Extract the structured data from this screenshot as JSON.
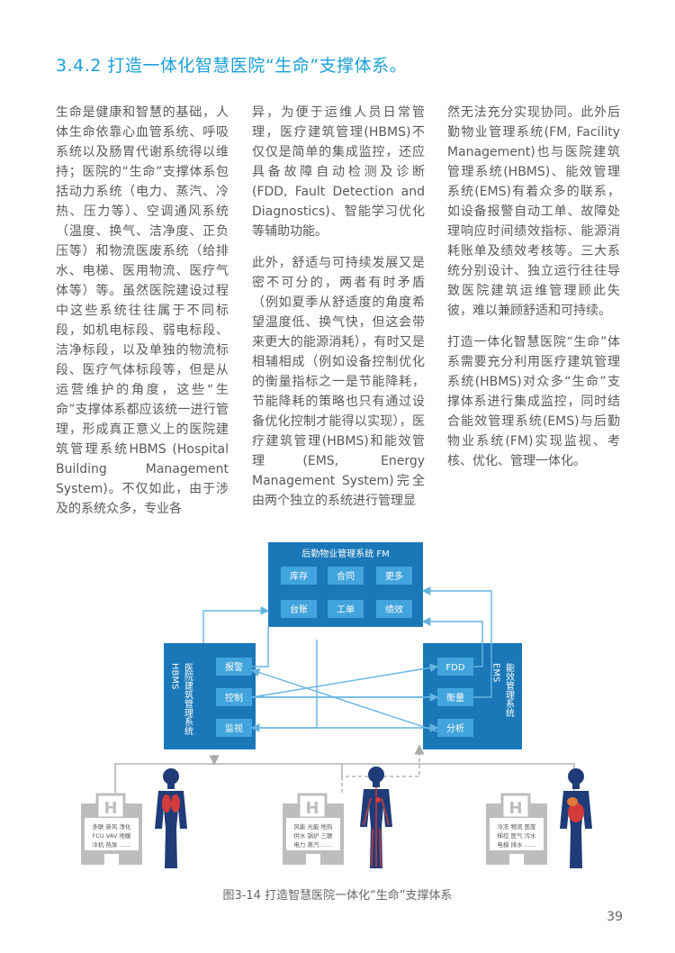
{
  "heading": "3.4.2  打造一体化智慧医院“生命”支撑体系。",
  "columns": [
    [
      "生命是健康和智慧的基础，人体生命依靠心血管系统、呼吸系统以及肠胃代谢系统得以维持；医院的“生命”支撑体系包括动力系统（电力、蒸汽、冷热、压力等）、空调通风系统（温度、换气、洁净度、正负压等）和物流医废系统（给排水、电梯、医用物流、医疗气体等）等。虽然医院建设过程中这些系统往往属于不同标段，如机电标段、弱电标段、洁净标段，以及单独的物流标段、医疗气体标段等，但是从运营维护的角度，这些“生命”支撑体系都应该统一进行管理，形成真正意义上的医院建筑管理系统HBMS (Hospital Building Management System)。不仅如此，由于涉及的系统众多，专业各"
    ],
    [
      "异，为便于运维人员日常管理，医疗建筑管理(HBMS)不仅仅是简单的集成监控，还应具备故障自动检测及诊断(FDD, Fault Detection and Diagnostics)、智能学习优化等辅助功能。",
      "此外，舒适与可持续发展又是密不可分的，两者有时矛盾（例如夏季从舒适度的角度希望温度低、换气快，但这会带来更大的能源消耗），有时又是相辅相成（例如设备控制优化的衡量指标之一是节能降耗，节能降耗的策略也只有通过设备优化控制才能得以实现），医疗建筑管理(HBMS)和能效管理(EMS, Energy Management System)完全由两个独立的系统进行管理显"
    ],
    [
      "然无法充分实现协同。此外后勤物业管理系统(FM, Facility Management)也与医院建筑管理系统(HBMS)、能效管理系统(EMS)有着众多的联系，如设备报警自动工单、故障处理响应时间绩效指标、能源消耗账单及绩效考核等。三大系统分别设计、独立运行往往导致医院建筑运维管理顾此失彼，难以兼顾舒适和可持续。",
      "打造一体化智慧医院“生命”体系需要充分利用医疗建筑管理系统(HBMS)对众多“生命”支撑体系进行集成监控，同时结合能效管理系统(EMS)与后勤物业系统(FM)实现监视、考核、优化、管理一体化。"
    ]
  ],
  "diagram": {
    "fm": {
      "title": "后勤物业管理系统  FM",
      "items": [
        "库存",
        "合同",
        "更多",
        "台账",
        "工单",
        "绩效"
      ]
    },
    "hbms": {
      "title": "医院建筑管理系统",
      "abbr": "HBMS",
      "items": [
        "报警",
        "控制",
        "监视"
      ]
    },
    "ems": {
      "title": "能效管理系统",
      "abbr": "EMS",
      "items": [
        "FDD",
        "衡量",
        "分析"
      ]
    },
    "buildings": [
      {
        "icon": "H",
        "lines": [
          "多联 新风 净化",
          "FCU VAV 地暖",
          "冷机 热泵 ……"
        ]
      },
      {
        "icon": "H",
        "lines": [
          "风能 光能 地热",
          "供水 锅炉 三联",
          "电力 蒸汽 ……"
        ]
      },
      {
        "icon": "H",
        "lines": [
          "冷冻 物流 医废",
          "梯控 医气 污水",
          "电梯 排水 ……"
        ]
      }
    ]
  },
  "caption": "图3-14  打造智慧医院一体化“生命”支撑体系",
  "page_number": "39",
  "colors": {
    "accent": "#1ba0d8",
    "box": "#1a78b8",
    "inner": "#41a4dc",
    "line": "#64b4e0",
    "gray": "#b4b4b4",
    "body_blue": "#1f3c78",
    "organ_red": "#d23c3c"
  }
}
